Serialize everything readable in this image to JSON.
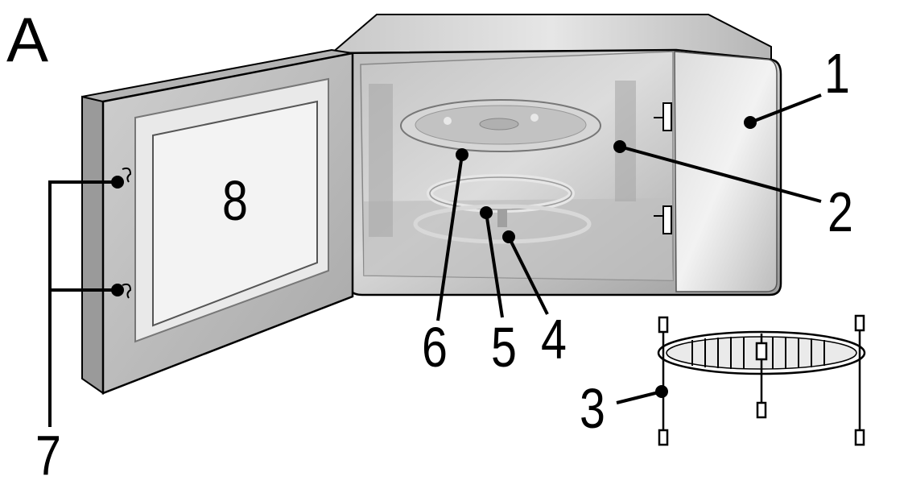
{
  "figure": {
    "panel_letter": "A",
    "callouts": {
      "n1": "1",
      "n2": "2",
      "n3": "3",
      "n4": "4",
      "n5": "5",
      "n6": "6",
      "n7": "7",
      "n8": "8"
    }
  }
}
